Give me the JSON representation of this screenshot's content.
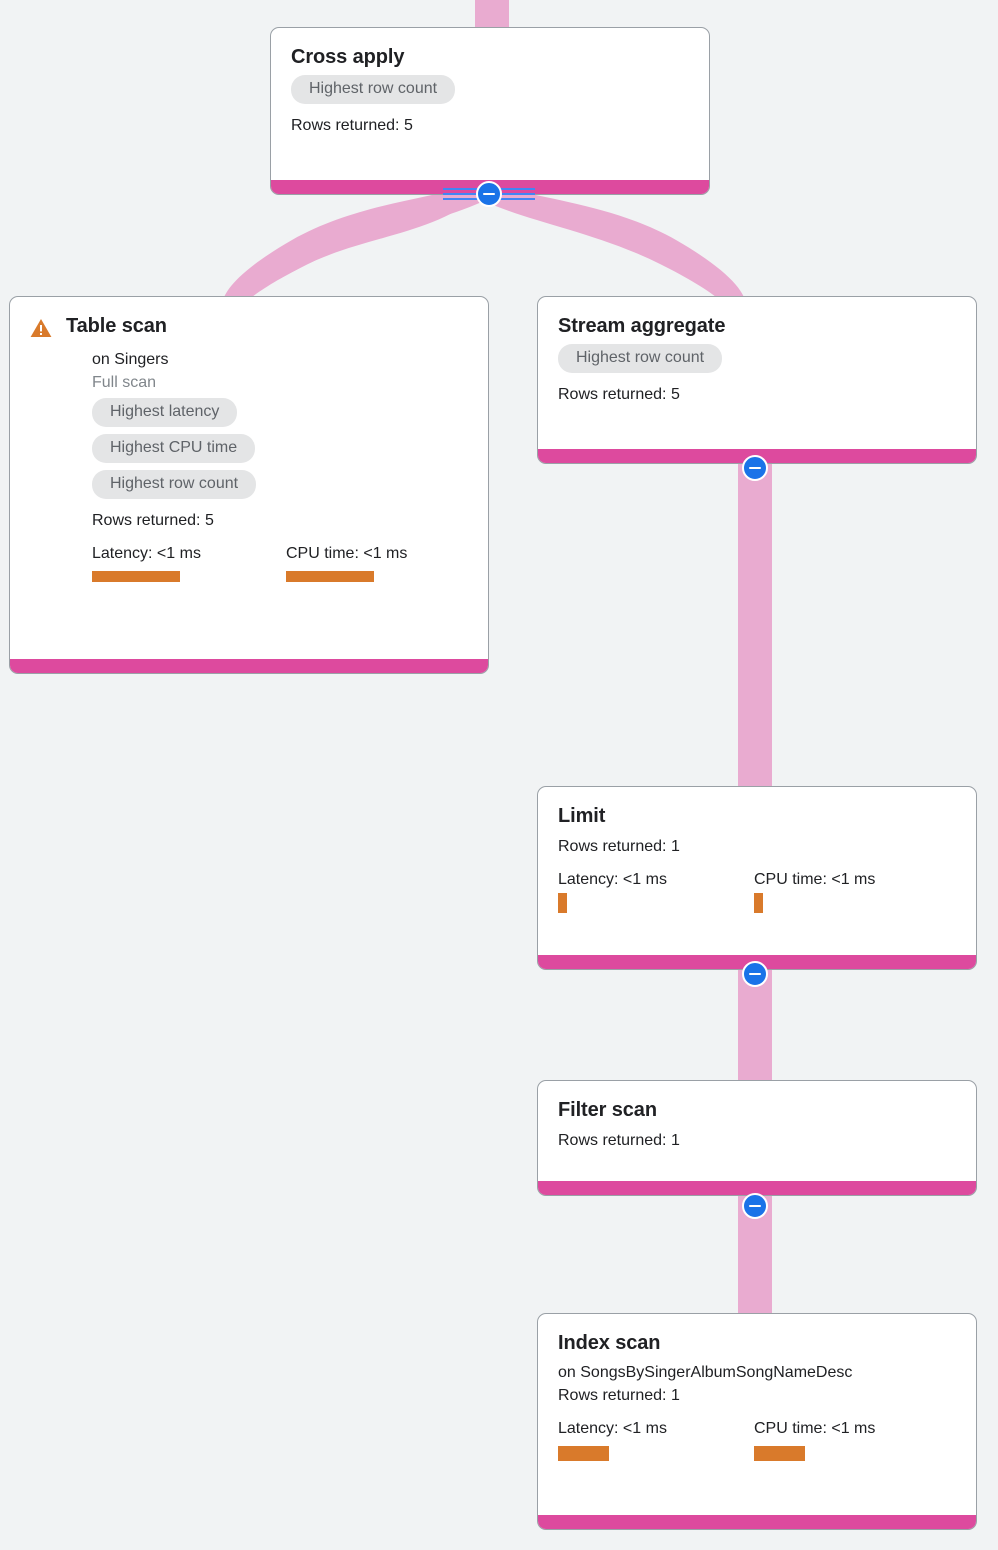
{
  "theme": {
    "background": "#f1f3f4",
    "card_background": "#ffffff",
    "card_border": "#9aa0a6",
    "footer_bar": "#dd4a9e",
    "edge_pink": "#e9abd0",
    "metric_bar_orange": "#d97a2b",
    "chip_background": "#e4e5e6",
    "chip_text": "#5f6368",
    "title_text": "#202124",
    "muted_text": "#80868b",
    "collapse_button_blue": "#1a73e8",
    "selection_line_blue": "#4285f4",
    "warning_icon": "#d97a2b"
  },
  "labels": {
    "rows_prefix": "Rows returned: ",
    "latency_prefix": "Latency: ",
    "cpu_prefix": "CPU time: "
  },
  "nodes": {
    "cross_apply": {
      "title": "Cross apply",
      "chips": [
        "Highest row count"
      ],
      "rows_returned": "Rows returned: 5",
      "has_warning": false,
      "collapse_icon": "minus-circle-icon",
      "selected": true
    },
    "table_scan": {
      "title": "Table scan",
      "subtitle": "on Singers",
      "scan_type": "Full scan",
      "chips": [
        "Highest latency",
        "Highest CPU time",
        "Highest row count"
      ],
      "rows_returned": "Rows returned: 5",
      "has_warning": true,
      "warning_icon": "warning-triangle-icon",
      "latency": "Latency: <1 ms",
      "cpu_time": "CPU time: <1 ms",
      "latency_bar_width": 88,
      "cpu_bar_width": 88
    },
    "stream_aggregate": {
      "title": "Stream aggregate",
      "chips": [
        "Highest row count"
      ],
      "rows_returned": "Rows returned: 5",
      "has_warning": false,
      "collapse_icon": "minus-circle-icon"
    },
    "limit": {
      "title": "Limit",
      "rows_returned": "Rows returned: 1",
      "latency": "Latency: <1 ms",
      "cpu_time": "CPU time: <1 ms",
      "latency_bar_width": 9,
      "cpu_bar_width": 9,
      "collapse_icon": "minus-circle-icon"
    },
    "filter_scan": {
      "title": "Filter scan",
      "rows_returned": "Rows returned: 1",
      "collapse_icon": "minus-circle-icon"
    },
    "index_scan": {
      "title": "Index scan",
      "subtitle": "on SongsBySingerAlbumSongNameDesc",
      "rows_returned": "Rows returned: 1",
      "latency": "Latency: <1 ms",
      "cpu_time": "CPU time: <1 ms",
      "latency_bar_width": 51,
      "cpu_bar_width": 51
    }
  },
  "edges": [
    {
      "from": "root",
      "to": "cross_apply"
    },
    {
      "from": "cross_apply",
      "to": "table_scan"
    },
    {
      "from": "cross_apply",
      "to": "stream_aggregate"
    },
    {
      "from": "stream_aggregate",
      "to": "limit"
    },
    {
      "from": "limit",
      "to": "filter_scan"
    },
    {
      "from": "filter_scan",
      "to": "index_scan"
    }
  ]
}
